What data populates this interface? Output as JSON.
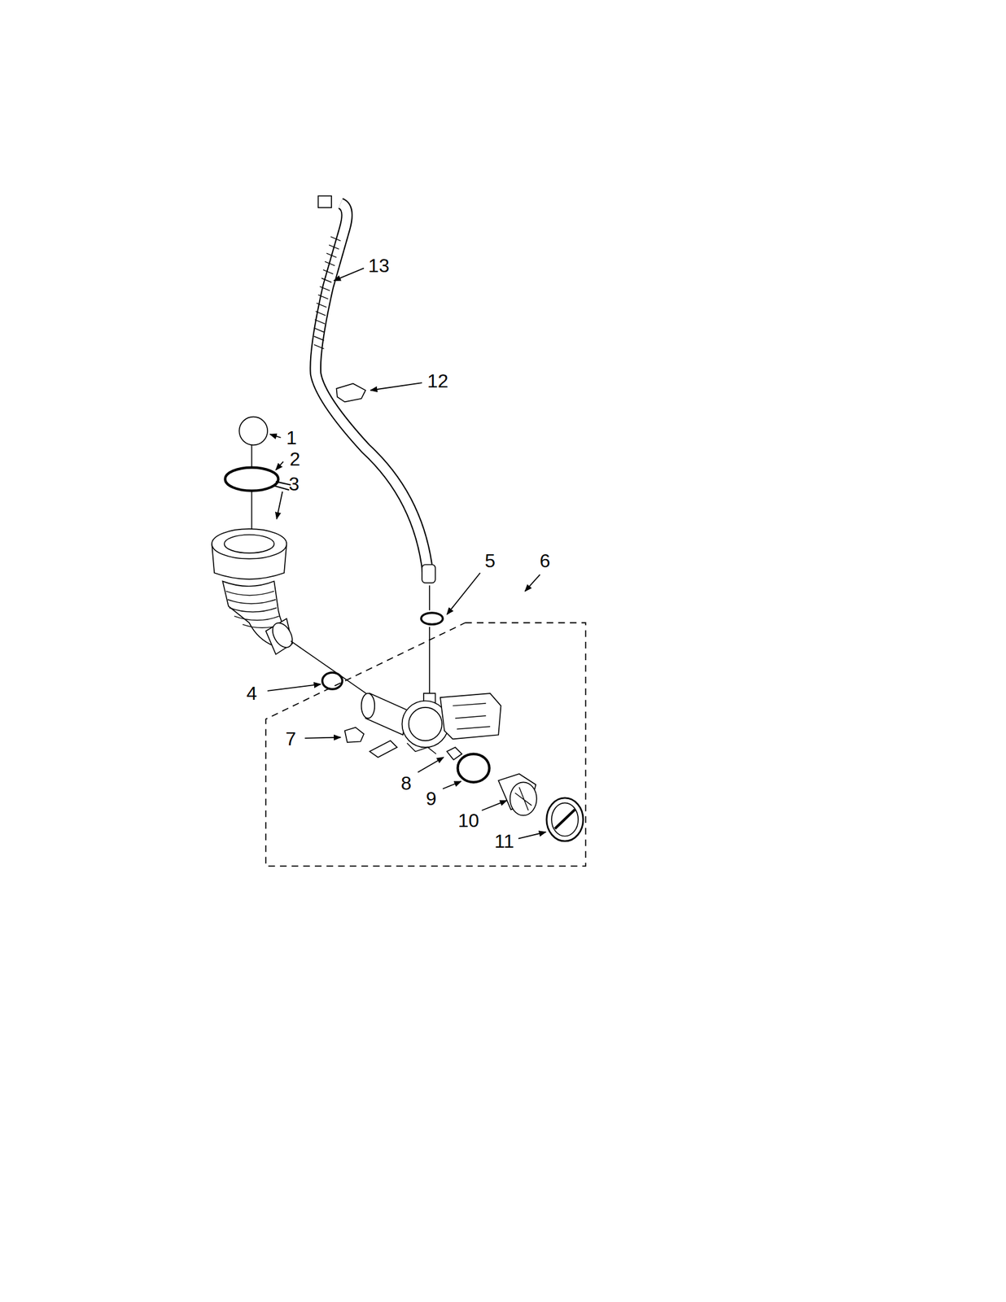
{
  "diagram": {
    "labels": [
      "13",
      "12",
      "1",
      "2",
      "3",
      "5",
      "6",
      "4",
      "7",
      "8",
      "9",
      "10",
      "11"
    ]
  }
}
